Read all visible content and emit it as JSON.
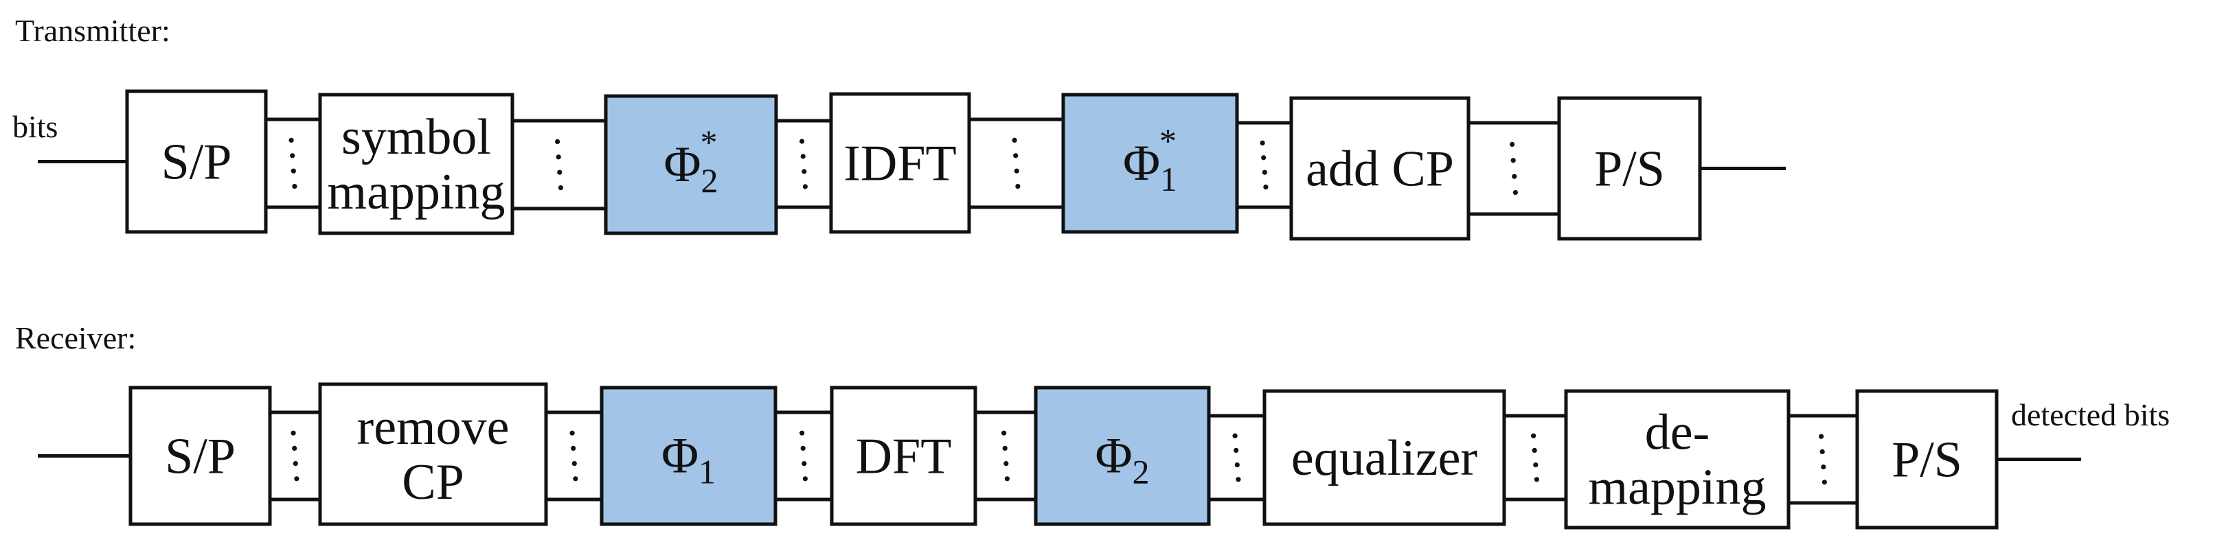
{
  "colors": {
    "white_block": "#ffffff",
    "highlight_block": "#a1c4e7",
    "stroke": "#111111"
  },
  "transmitter": {
    "label": "Transmitter:",
    "input_label": "bits",
    "output_label": "",
    "blocks": [
      {
        "id": "sp",
        "lines": [
          "S/P"
        ],
        "highlight": false
      },
      {
        "id": "symbol-mapping",
        "lines": [
          "symbol",
          "mapping"
        ],
        "highlight": false
      },
      {
        "id": "phi2-conj",
        "math": {
          "base": "Φ",
          "sub": "2",
          "sup": "*"
        },
        "highlight": true
      },
      {
        "id": "idft",
        "lines": [
          "IDFT"
        ],
        "highlight": false
      },
      {
        "id": "phi1-conj",
        "math": {
          "base": "Φ",
          "sub": "1",
          "sup": "*"
        },
        "highlight": true
      },
      {
        "id": "add-cp",
        "lines": [
          "add CP"
        ],
        "highlight": false
      },
      {
        "id": "ps",
        "lines": [
          "P/S"
        ],
        "highlight": false
      }
    ]
  },
  "receiver": {
    "label": "Receiver:",
    "input_label": "",
    "output_label": "detected bits",
    "blocks": [
      {
        "id": "sp",
        "lines": [
          "S/P"
        ],
        "highlight": false
      },
      {
        "id": "remove-cp",
        "lines": [
          "remove",
          "CP"
        ],
        "highlight": false
      },
      {
        "id": "phi1",
        "math": {
          "base": "Φ",
          "sub": "1",
          "sup": ""
        },
        "highlight": true
      },
      {
        "id": "dft",
        "lines": [
          "DFT"
        ],
        "highlight": false
      },
      {
        "id": "phi2",
        "math": {
          "base": "Φ",
          "sub": "2",
          "sup": ""
        },
        "highlight": true
      },
      {
        "id": "equalizer",
        "lines": [
          "equalizer"
        ],
        "highlight": false
      },
      {
        "id": "de-mapping",
        "lines": [
          "de-",
          "mapping"
        ],
        "highlight": false
      },
      {
        "id": "ps",
        "lines": [
          "P/S"
        ],
        "highlight": false
      }
    ]
  }
}
